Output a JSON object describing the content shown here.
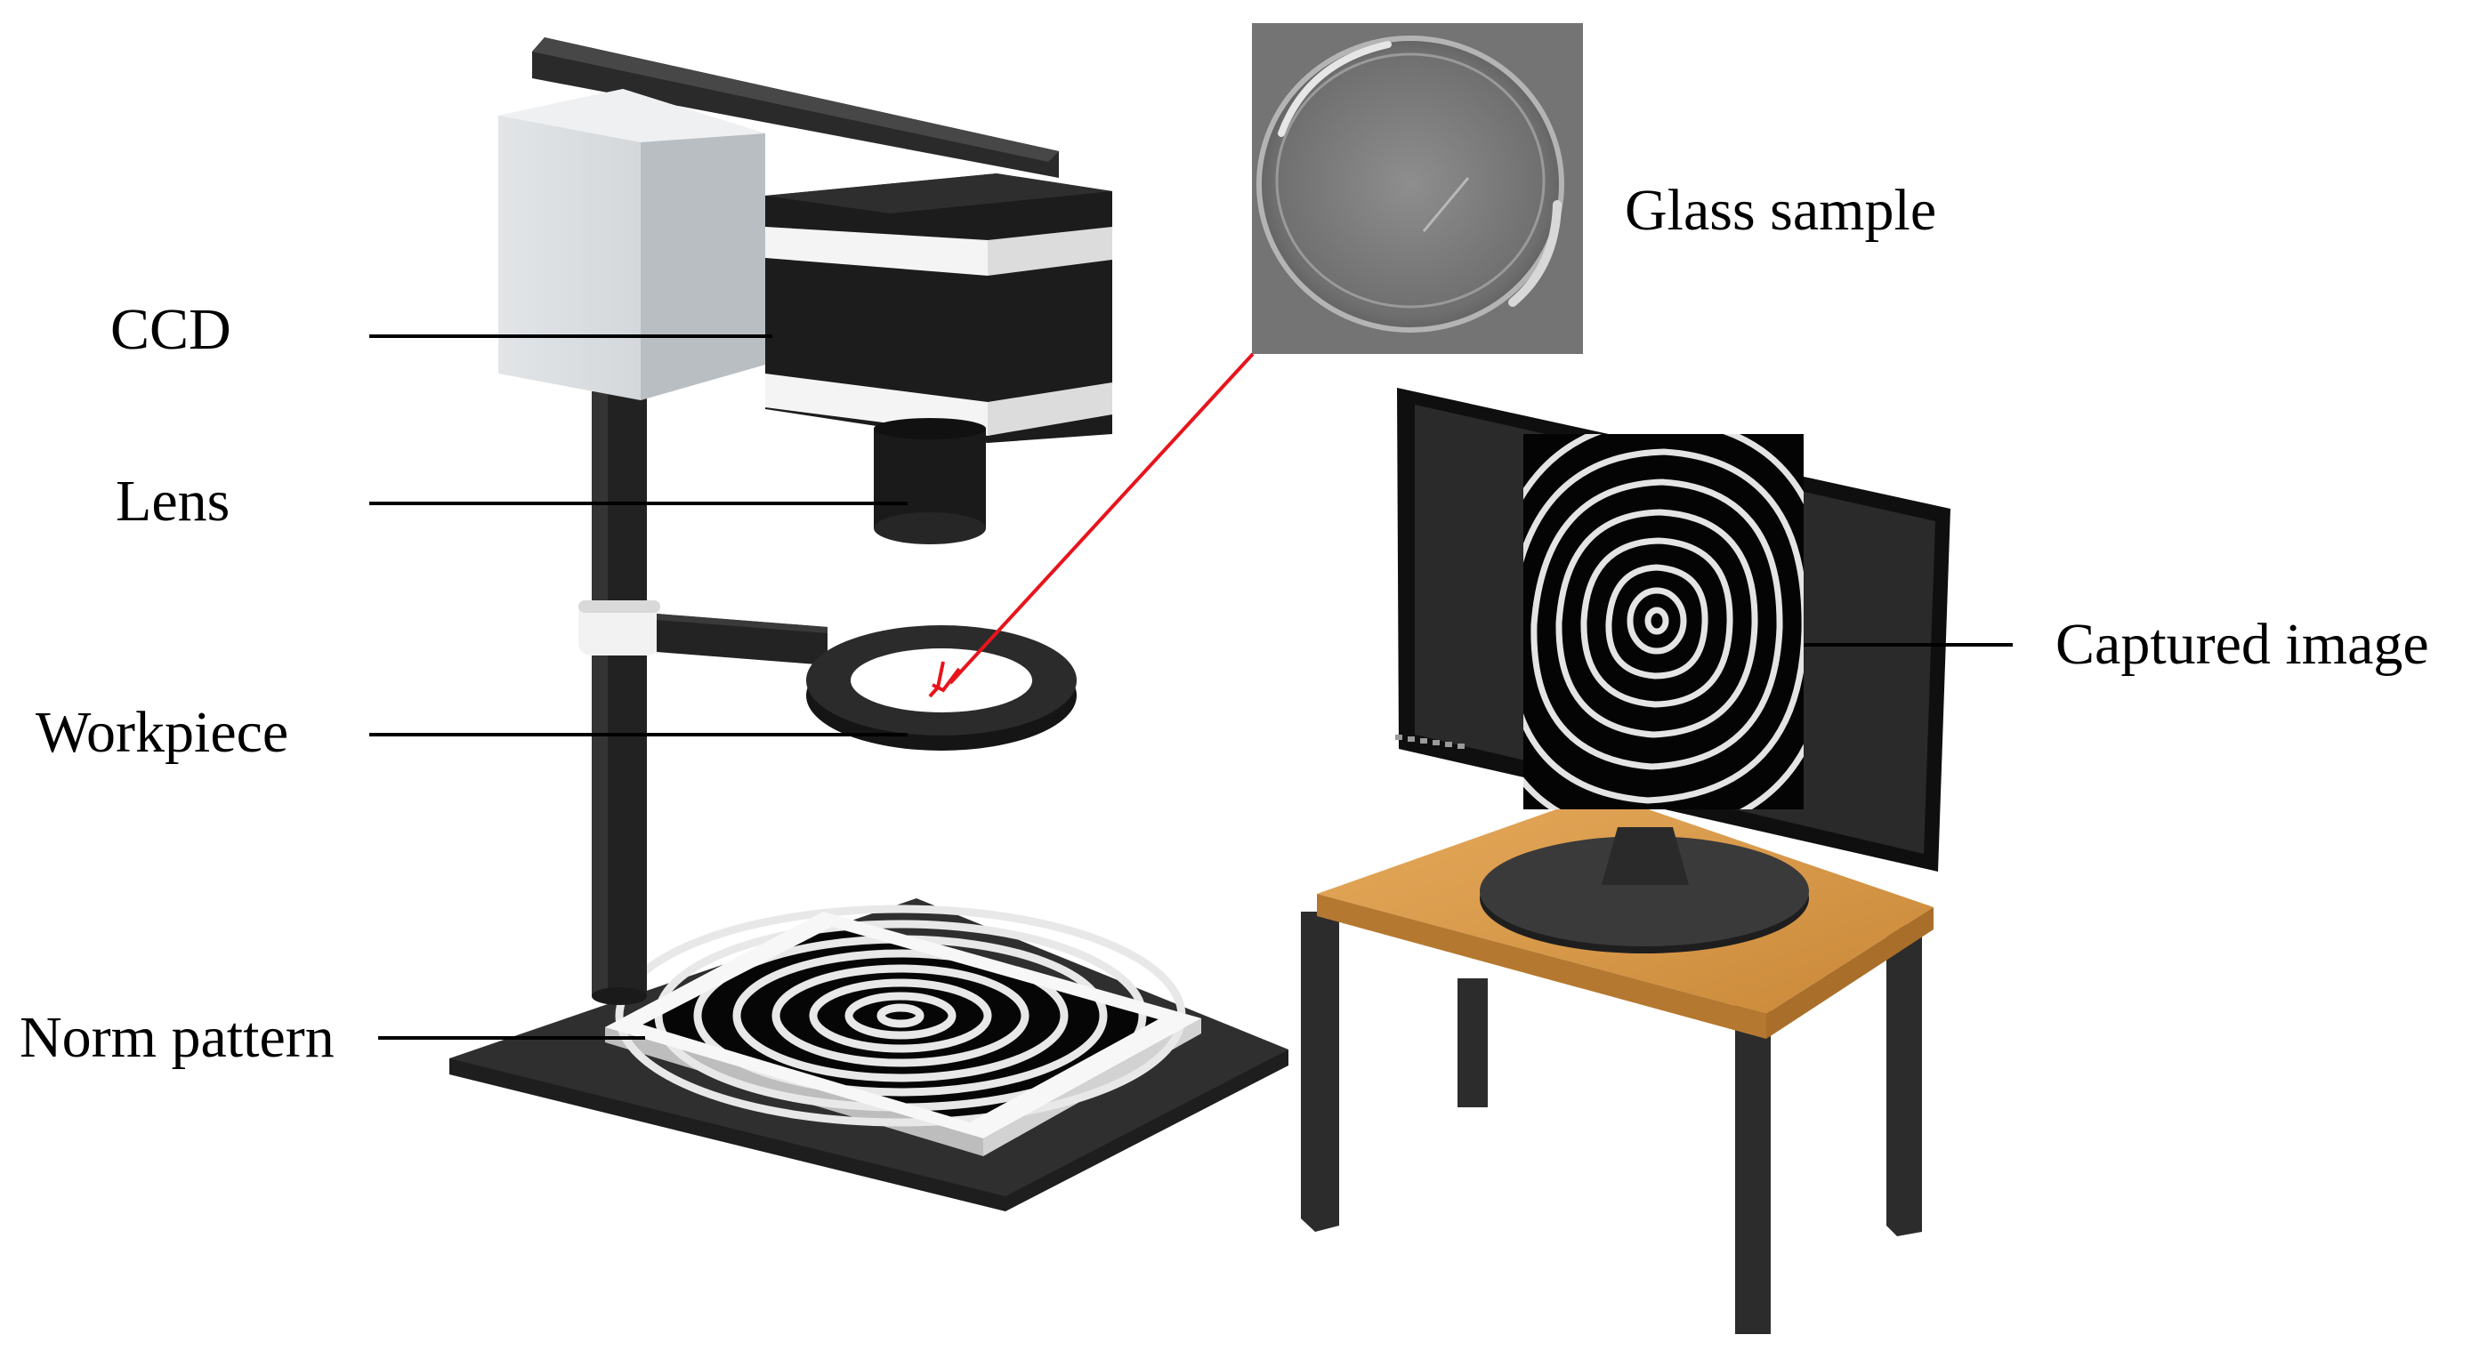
{
  "labels": {
    "ccd": "CCD",
    "lens": "Lens",
    "workpiece": "Workpiece",
    "norm_pattern": "Norm pattern",
    "glass_sample": "Glass sample",
    "captured_image": "Captured image"
  },
  "colors": {
    "arrow": "#e8141c",
    "leader": "#000000",
    "camera_body": "#1c1c1c",
    "housing": "#cfd3d6",
    "table_top": "#d89a4c",
    "base": "#3a3a3a"
  }
}
